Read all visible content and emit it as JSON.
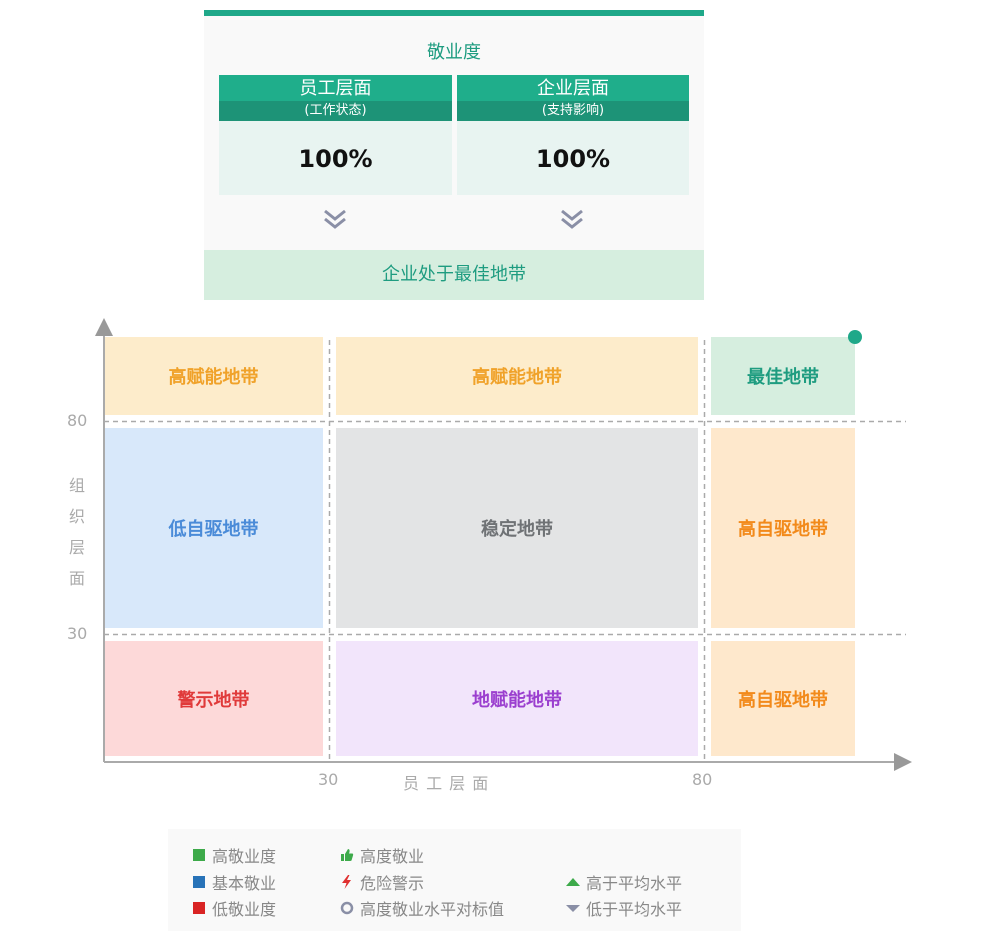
{
  "card": {
    "title": "敬业度",
    "employee": {
      "title": "员工层面",
      "subtitle": "(工作状态)",
      "value": "100%"
    },
    "enterprise": {
      "title": "企业层面",
      "subtitle": "(支持影响)",
      "value": "100%"
    },
    "status": "企业处于最佳地带",
    "colors": {
      "accent": "#1fae8b",
      "status_bg": "#d6eedf"
    }
  },
  "matrix": {
    "x_axis_label": "员 工 层 面",
    "y_axis_label": "组\n织\n层\n面",
    "x_ticks": [
      "30",
      "80"
    ],
    "y_ticks": [
      "80",
      "30"
    ],
    "zones": {
      "top_left": "高赋能地带",
      "top_mid": "高赋能地带",
      "top_right": "最佳地带",
      "mid_left": "低自驱地带",
      "mid_mid": "稳定地带",
      "mid_right": "高自驱地带",
      "bot_left": "警示地带",
      "bot_mid": "地赋能地带",
      "bot_right": "高自驱地带"
    },
    "marker": {
      "employee_score": 100,
      "enterprise_score": 100,
      "color": "#1fa889"
    }
  },
  "legend": {
    "items": [
      {
        "label": "高敬业度",
        "icon": "green-square-icon",
        "color": "#3daa4a"
      },
      {
        "label": "基本敬业",
        "icon": "blue-square-icon",
        "color": "#2873b8"
      },
      {
        "label": "低敬业度",
        "icon": "red-square-icon",
        "color": "#d92424"
      },
      {
        "label": "高度敬业",
        "icon": "thumbs-up-icon",
        "color": "#3daa4a"
      },
      {
        "label": "危险警示",
        "icon": "lightning-icon",
        "color": "#e03030"
      },
      {
        "label": "高度敬业水平对标值",
        "icon": "ring-icon",
        "color": "#8a8fa6"
      },
      {
        "label": "高于平均水平",
        "icon": "triangle-up-icon",
        "color": "#3daa4a"
      },
      {
        "label": "低于平均水平",
        "icon": "triangle-down-icon",
        "color": "#8a8fa6"
      }
    ]
  }
}
